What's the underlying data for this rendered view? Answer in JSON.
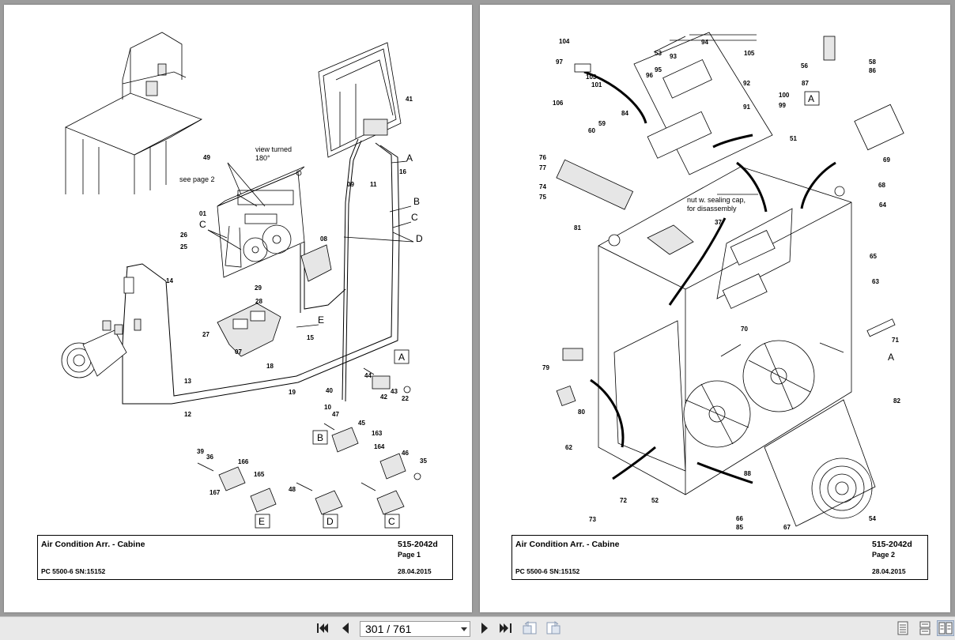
{
  "viewer": {
    "page_indicator": "301 / 761",
    "icons": [
      "first-page-icon",
      "previous-page-icon",
      "next-page-icon",
      "last-page-icon",
      "go-back-icon",
      "go-forward-icon",
      "single-page-view-icon",
      "continuous-view-icon",
      "two-page-view-icon"
    ]
  },
  "left_page": {
    "notes": {
      "view_turned": "view turned",
      "angle": "180°",
      "see_page": "see page 2"
    },
    "parts": [
      "01",
      "07",
      "08",
      "09",
      "10",
      "11",
      "12",
      "13",
      "14",
      "15",
      "16",
      "18",
      "19",
      "22",
      "25",
      "26",
      "27",
      "28",
      "29",
      "35",
      "36",
      "39",
      "40",
      "41",
      "42",
      "43",
      "44",
      "45",
      "46",
      "47",
      "48",
      "49",
      "163",
      "164",
      "165",
      "166",
      "167"
    ],
    "view_labels": [
      "A",
      "B",
      "C",
      "D",
      "E"
    ],
    "title_block": {
      "title": "Air Condition Arr. - Cabine",
      "doc_number": "515-2042d",
      "page": "Page 1",
      "model": "PC 5500-6 SN:15152",
      "date": "28.04.2015"
    }
  },
  "right_page": {
    "notes": {
      "nut_line1": "nut w. sealing cap,",
      "nut_line2": "for disassembly"
    },
    "parts": [
      "37",
      "51",
      "52",
      "53",
      "54",
      "56",
      "58",
      "59",
      "60",
      "62",
      "63",
      "64",
      "65",
      "66",
      "67",
      "68",
      "69",
      "70",
      "71",
      "72",
      "73",
      "74",
      "75",
      "76",
      "77",
      "79",
      "80",
      "81",
      "82",
      "84",
      "85",
      "86",
      "87",
      "88",
      "91",
      "92",
      "93",
      "94",
      "95",
      "96",
      "97",
      "99",
      "100",
      "101",
      "103",
      "104",
      "105",
      "106"
    ],
    "view_labels": [
      "A"
    ],
    "title_block": {
      "title": "Air Condition Arr. - Cabine",
      "doc_number": "515-2042d",
      "page": "Page 2",
      "model": "PC 5500-6 SN:15152",
      "date": "28.04.2015"
    }
  }
}
